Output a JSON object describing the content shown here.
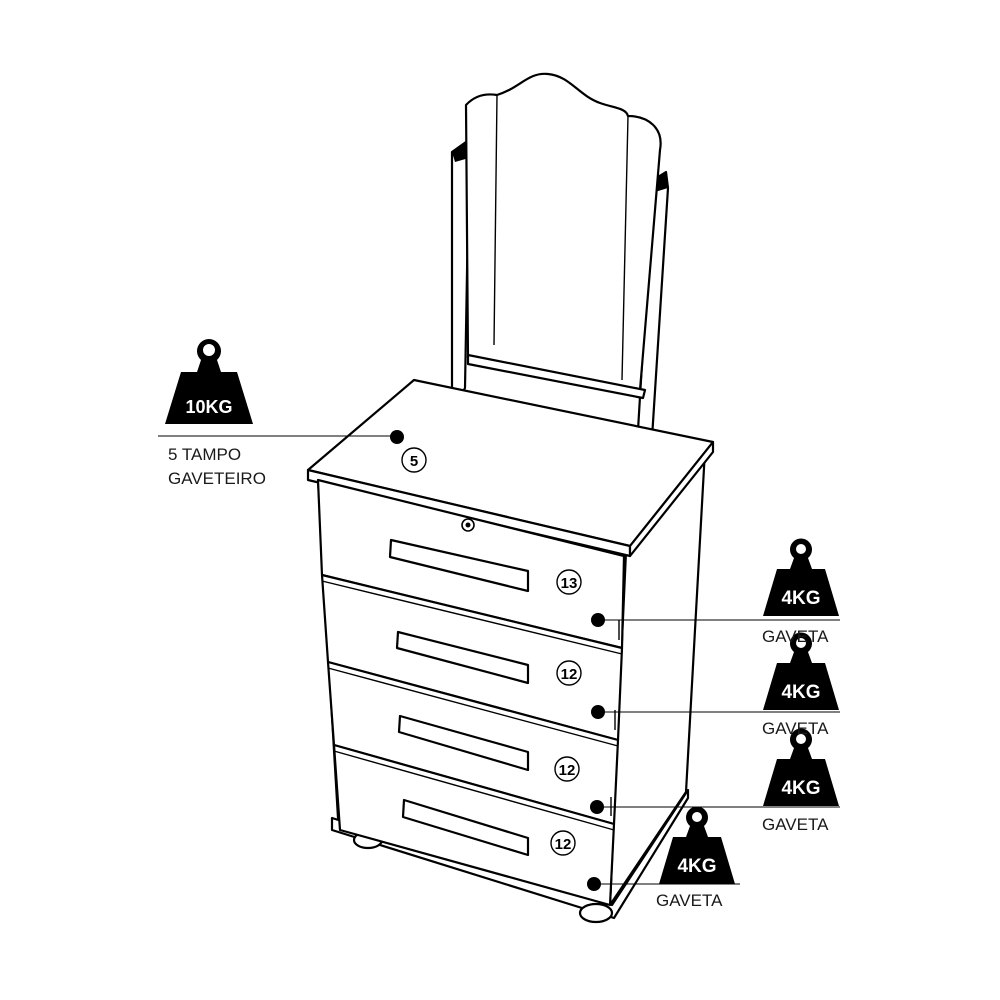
{
  "top_callout": {
    "weight": "10KG",
    "label_line1": "5 TAMPO",
    "label_line2": "GAVETEIRO",
    "part_number": "5"
  },
  "drawers": [
    {
      "part_number": "13",
      "weight": "4KG",
      "label": "GAVETA"
    },
    {
      "part_number": "12",
      "weight": "4KG",
      "label": "GAVETA"
    },
    {
      "part_number": "12",
      "weight": "4KG",
      "label": "GAVETA"
    },
    {
      "part_number": "12",
      "weight": "4KG",
      "label": "GAVETA"
    }
  ],
  "colors": {
    "ink": "#000000",
    "paper": "#ffffff"
  },
  "icons": [
    "weight-icon",
    "keyhole-icon"
  ]
}
